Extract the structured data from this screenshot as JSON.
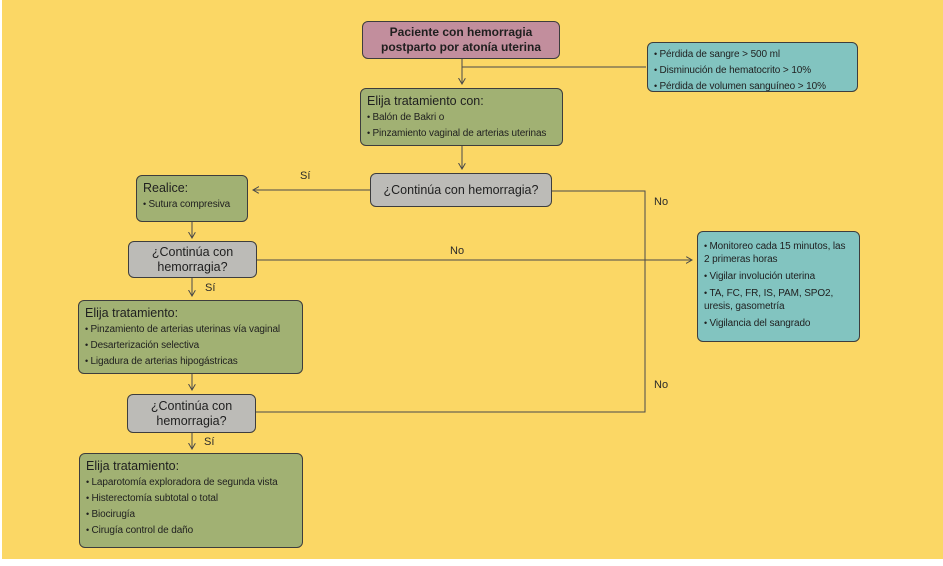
{
  "edge_labels": {
    "yes1": "Sí",
    "no1": "No",
    "no2": "No",
    "yes2": "Sí",
    "no3": "No",
    "yes3": "Sí"
  },
  "nodes": {
    "start": {
      "title": "Paciente con hemorragia postparto por atonía uterina"
    },
    "criteria": {
      "items": [
        "Pérdida de sangre > 500 ml",
        "Disminución de hematocrito > 10%",
        "Pérdida de volumen sanguíneo > 10%"
      ]
    },
    "treatment_initial": {
      "title": "Elija tratamiento con:",
      "items": [
        "Balón de Bakri o",
        "Pinzamiento vaginal de arterias uterinas"
      ]
    },
    "decision_1": {
      "label": "¿Continúa con hemorragia?"
    },
    "suture": {
      "title": "Realice:",
      "items": [
        "Sutura compresiva"
      ]
    },
    "decision_2": {
      "label": "¿Continúa con hemorragia?"
    },
    "treatment_surgical": {
      "title": "Elija tratamiento:",
      "items": [
        "Pinzamiento de arterias uterinas vía vaginal",
        "Desarterización selectiva",
        "Ligadura de arterias hipogástricas"
      ]
    },
    "decision_3": {
      "label": "¿Continúa con hemorragia?"
    },
    "treatment_final": {
      "title": "Elija tratamiento:",
      "items": [
        "Laparotomía exploradora de segunda vista",
        "Histerectomía subtotal o total",
        "Biocirugía",
        "Cirugía control de daño"
      ]
    },
    "monitoring": {
      "items": [
        "Monitoreo cada 15 minutos, las 2 primeras horas",
        "Vigilar involución uterina",
        "TA, FC, FR, IS, PAM, SPO2, uresis, gasometría",
        "Vigilancia del sangrado"
      ]
    }
  },
  "colors": {
    "background": "#fbd765",
    "start_node": "#c28e9d",
    "treatment_node": "#a1b173",
    "decision_node": "#bcbbb7",
    "info_node": "#82c4c0",
    "line": "#4a4a4a"
  }
}
